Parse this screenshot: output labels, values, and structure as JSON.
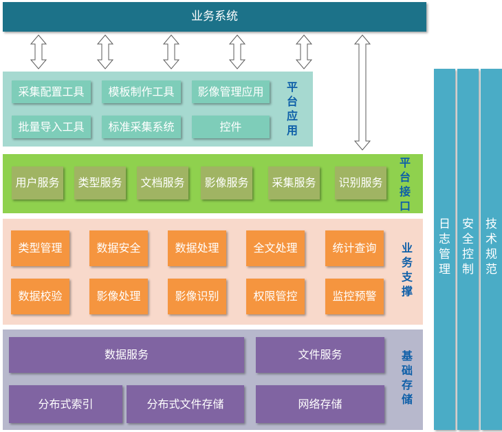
{
  "top_bar": {
    "title": "业务系统"
  },
  "platform_app": {
    "label": "平台应用",
    "items": [
      "采集配置工具",
      "模板制作工具",
      "影像管理应用",
      "批量导入工具",
      "标准采集系统",
      "控件"
    ]
  },
  "platform_api": {
    "label": "平台接口",
    "items": [
      "用户服务",
      "类型服务",
      "文档服务",
      "影像服务",
      "采集服务",
      "识别服务"
    ]
  },
  "business_support": {
    "label": "业务支撑",
    "items": [
      "类型管理",
      "数据安全",
      "数据处理",
      "全文处理",
      "统计查询",
      "数据校验",
      "影像处理",
      "影像识别",
      "权限管控",
      "监控预警"
    ]
  },
  "base_storage": {
    "label": "基础存储",
    "items": [
      "数据服务",
      "文件服务",
      "分布式索引",
      "分布式文件存储",
      "网络存储"
    ]
  },
  "side_columns": [
    "日志管理",
    "安全控制",
    "技术规范"
  ],
  "colors": {
    "top_bar": "#1c7289",
    "platform_app_bg": "#a6d9d0",
    "platform_app_item": "#7ecdb9",
    "platform_api_bg": "#8fd14e",
    "platform_api_item": "#a0b463",
    "business_support_bg": "#f8d9cb",
    "business_support_item": "#f5953f",
    "base_storage_bg": "#b7b8cc",
    "base_storage_item": "#8064a2",
    "side_column": "#4aacc6",
    "label_blue": "#0e5fa8"
  }
}
